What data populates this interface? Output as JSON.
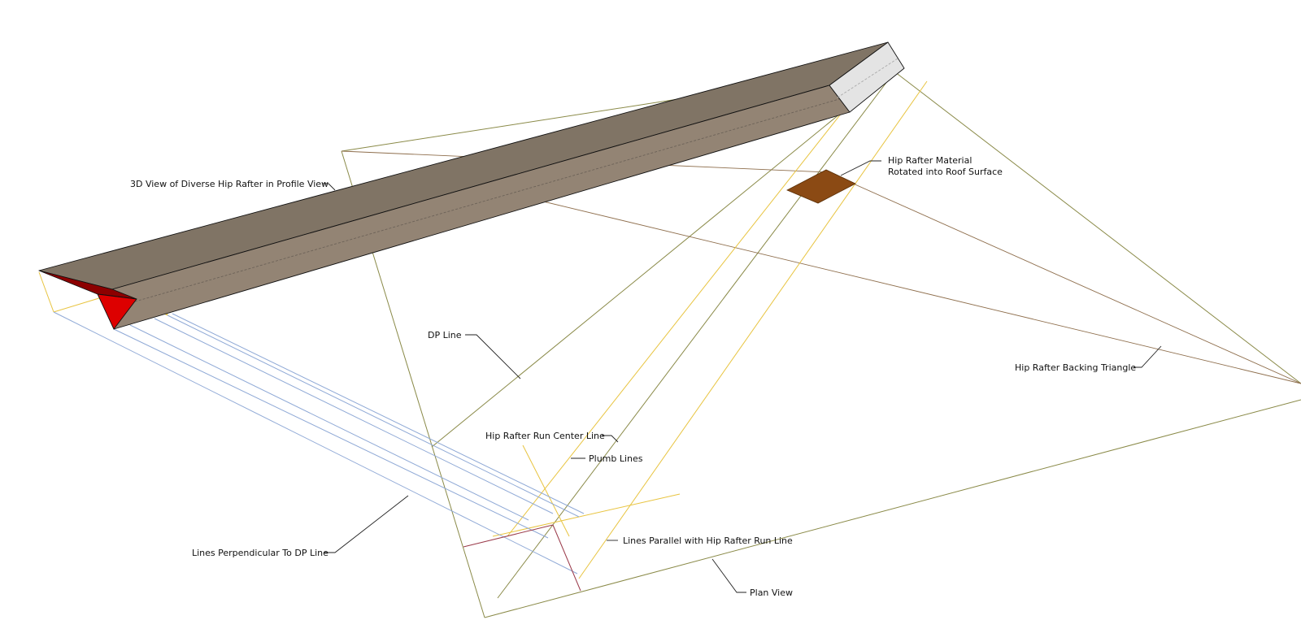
{
  "labels": {
    "profile_view": "3D View of Diverse Hip Rafter in Profile View",
    "material_line1": "Hip Rafter Material",
    "material_line2": "Rotated into Roof Surface",
    "dp_line": "DP Line",
    "backing_triangle": "Hip Rafter Backing Triangle",
    "run_center_line": "Hip Rafter Run Center Line",
    "plumb_lines": "Plumb Lines",
    "lines_perpendicular": "Lines Perpendicular To DP Line",
    "lines_parallel": "Lines Parallel with Hip Rafter Run Line",
    "plan_view": "Plan View"
  },
  "colors": {
    "background": "#ffffff",
    "olive_line": "#8a8a48",
    "yellow_line": "#e8c440",
    "blue_line": "#8fa9d6",
    "brown_line": "#8e6e4c",
    "maroon_line": "#9a3a4a",
    "rafter_top": "#807465",
    "rafter_side": "#938474",
    "rafter_end": "#e4e4e4",
    "rafter_cut_red": "#dd0000",
    "rafter_cut_dark": "#8c0000",
    "material_rect": "#8b4a14",
    "text": "#111111"
  }
}
